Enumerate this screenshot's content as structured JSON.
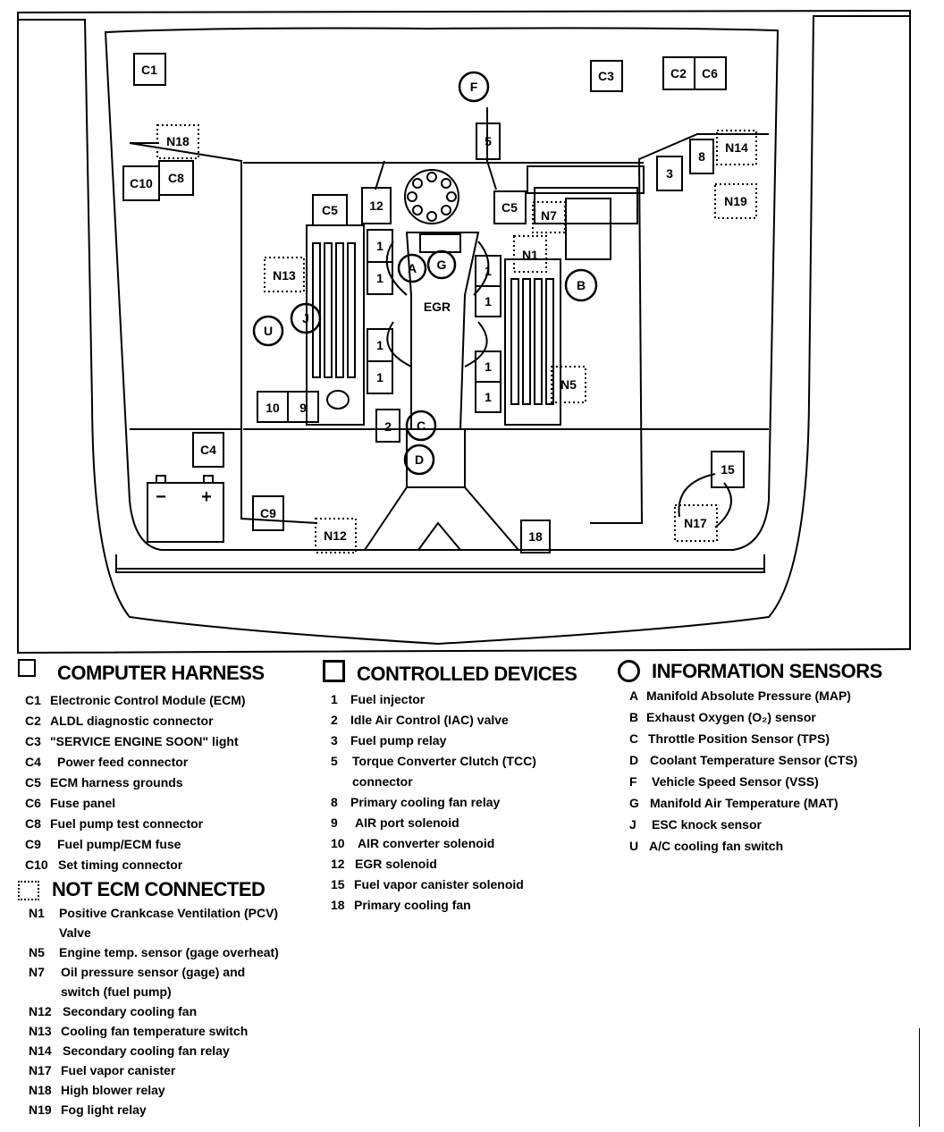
{
  "diagram": {
    "labels": {
      "c1": "C1",
      "c3": "C3",
      "c2": "C2",
      "c6": "C6",
      "f": "F",
      "n18": "N18",
      "c10": "C10",
      "c8": "C8",
      "five": "5",
      "eight": "8",
      "n14": "N14",
      "three": "3",
      "n19": "N19",
      "c5_left": "C5",
      "twelve": "12",
      "c5_right": "C5",
      "n7": "N7",
      "n1": "N1",
      "b": "B",
      "n13": "N13",
      "a": "A",
      "g": "G",
      "egr": "EGR",
      "j": "J",
      "u": "U",
      "n5": "N5",
      "ten": "10",
      "nine": "9",
      "two": "2",
      "c": "C",
      "d": "D",
      "c4": "C4",
      "minus": "−",
      "plus": "+",
      "c9": "C9",
      "n12": "N12",
      "eighteen": "18",
      "fifteen": "15",
      "n17": "N17",
      "inj": "1"
    }
  },
  "legend": {
    "computer_harness": {
      "title": "COMPUTER HARNESS",
      "items": [
        {
          "code": "C1",
          "desc": "Electronic Control Module (ECM)"
        },
        {
          "code": "C2",
          "desc": "ALDL diagnostic connector"
        },
        {
          "code": "C3",
          "desc": "\"SERVICE ENGINE SOON\" light"
        },
        {
          "code": "C4",
          "desc": "Power feed connector"
        },
        {
          "code": "C5",
          "desc": "ECM harness grounds"
        },
        {
          "code": "C6",
          "desc": "Fuse panel"
        },
        {
          "code": "C8",
          "desc": "Fuel pump test connector"
        },
        {
          "code": "C9",
          "desc": "Fuel pump/ECM fuse"
        },
        {
          "code": "C10",
          "desc": "Set timing connector"
        }
      ]
    },
    "not_ecm_connected": {
      "title": "NOT ECM CONNECTED",
      "items": [
        {
          "code": "N1",
          "desc": "Positive Crankcase Ventilation (PCV)",
          "cont": "Valve"
        },
        {
          "code": "N5",
          "desc": "Engine temp. sensor (gage overheat)"
        },
        {
          "code": "N7",
          "desc": "Oil pressure sensor (gage) and",
          "cont": "switch (fuel pump)"
        },
        {
          "code": "N12",
          "desc": "Secondary cooling fan"
        },
        {
          "code": "N13",
          "desc": "Cooling fan temperature switch"
        },
        {
          "code": "N14",
          "desc": "Secondary cooling fan relay"
        },
        {
          "code": "N17",
          "desc": "Fuel vapor canister"
        },
        {
          "code": "N18",
          "desc": "High blower relay"
        },
        {
          "code": "N19",
          "desc": "Fog light relay"
        }
      ]
    },
    "controlled_devices": {
      "title": "CONTROLLED DEVICES",
      "items": [
        {
          "code": "1",
          "desc": "Fuel injector"
        },
        {
          "code": "2",
          "desc": "Idle Air Control (IAC) valve"
        },
        {
          "code": "3",
          "desc": "Fuel pump relay"
        },
        {
          "code": "5",
          "desc": "Torque Converter Clutch (TCC)",
          "cont": "connector"
        },
        {
          "code": "8",
          "desc": "Primary cooling fan relay"
        },
        {
          "code": "9",
          "desc": "AIR port solenoid"
        },
        {
          "code": "10",
          "desc": "AIR converter solenoid"
        },
        {
          "code": "12",
          "desc": "EGR solenoid"
        },
        {
          "code": "15",
          "desc": "Fuel vapor canister solenoid"
        },
        {
          "code": "18",
          "desc": "Primary cooling fan"
        }
      ]
    },
    "information_sensors": {
      "title": "INFORMATION SENSORS",
      "items": [
        {
          "code": "A",
          "desc": "Manifold Absolute Pressure (MAP)"
        },
        {
          "code": "B",
          "desc": "Exhaust Oxygen (O₂) sensor"
        },
        {
          "code": "C",
          "desc": "Throttle Position Sensor (TPS)"
        },
        {
          "code": "D",
          "desc": "Coolant Temperature Sensor (CTS)"
        },
        {
          "code": "F",
          "desc": "Vehicle Speed Sensor (VSS)"
        },
        {
          "code": "G",
          "desc": "Manifold Air Temperature (MAT)"
        },
        {
          "code": "J",
          "desc": "ESC knock sensor"
        },
        {
          "code": "U",
          "desc": "A/C cooling fan switch"
        }
      ]
    }
  }
}
